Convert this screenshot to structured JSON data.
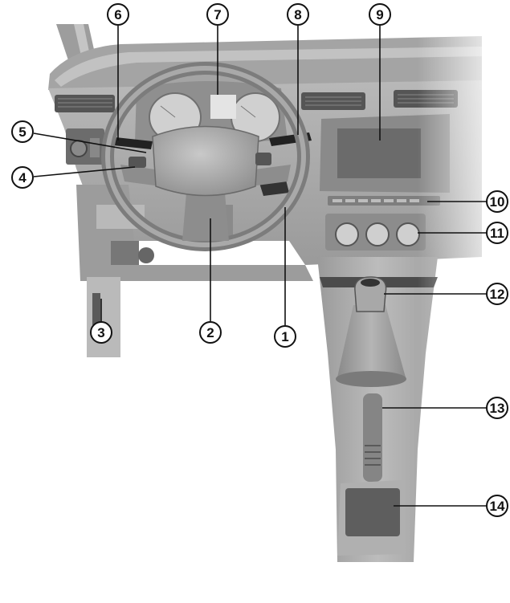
{
  "diagram": {
    "callouts": [
      {
        "id": "1",
        "label": "1"
      },
      {
        "id": "2",
        "label": "2"
      },
      {
        "id": "3",
        "label": "3"
      },
      {
        "id": "4",
        "label": "4"
      },
      {
        "id": "5",
        "label": "5"
      },
      {
        "id": "6",
        "label": "6"
      },
      {
        "id": "7",
        "label": "7"
      },
      {
        "id": "8",
        "label": "8"
      },
      {
        "id": "9",
        "label": "9"
      },
      {
        "id": "10",
        "label": "10"
      },
      {
        "id": "11",
        "label": "11"
      },
      {
        "id": "12",
        "label": "12"
      },
      {
        "id": "13",
        "label": "13"
      },
      {
        "id": "14",
        "label": "14"
      }
    ]
  },
  "colors": {
    "background": "#ffffff",
    "dashboard": "#a9a9a9",
    "dark": "#5a5a5a",
    "screen": "#6f6f6f",
    "line": "#111111"
  }
}
